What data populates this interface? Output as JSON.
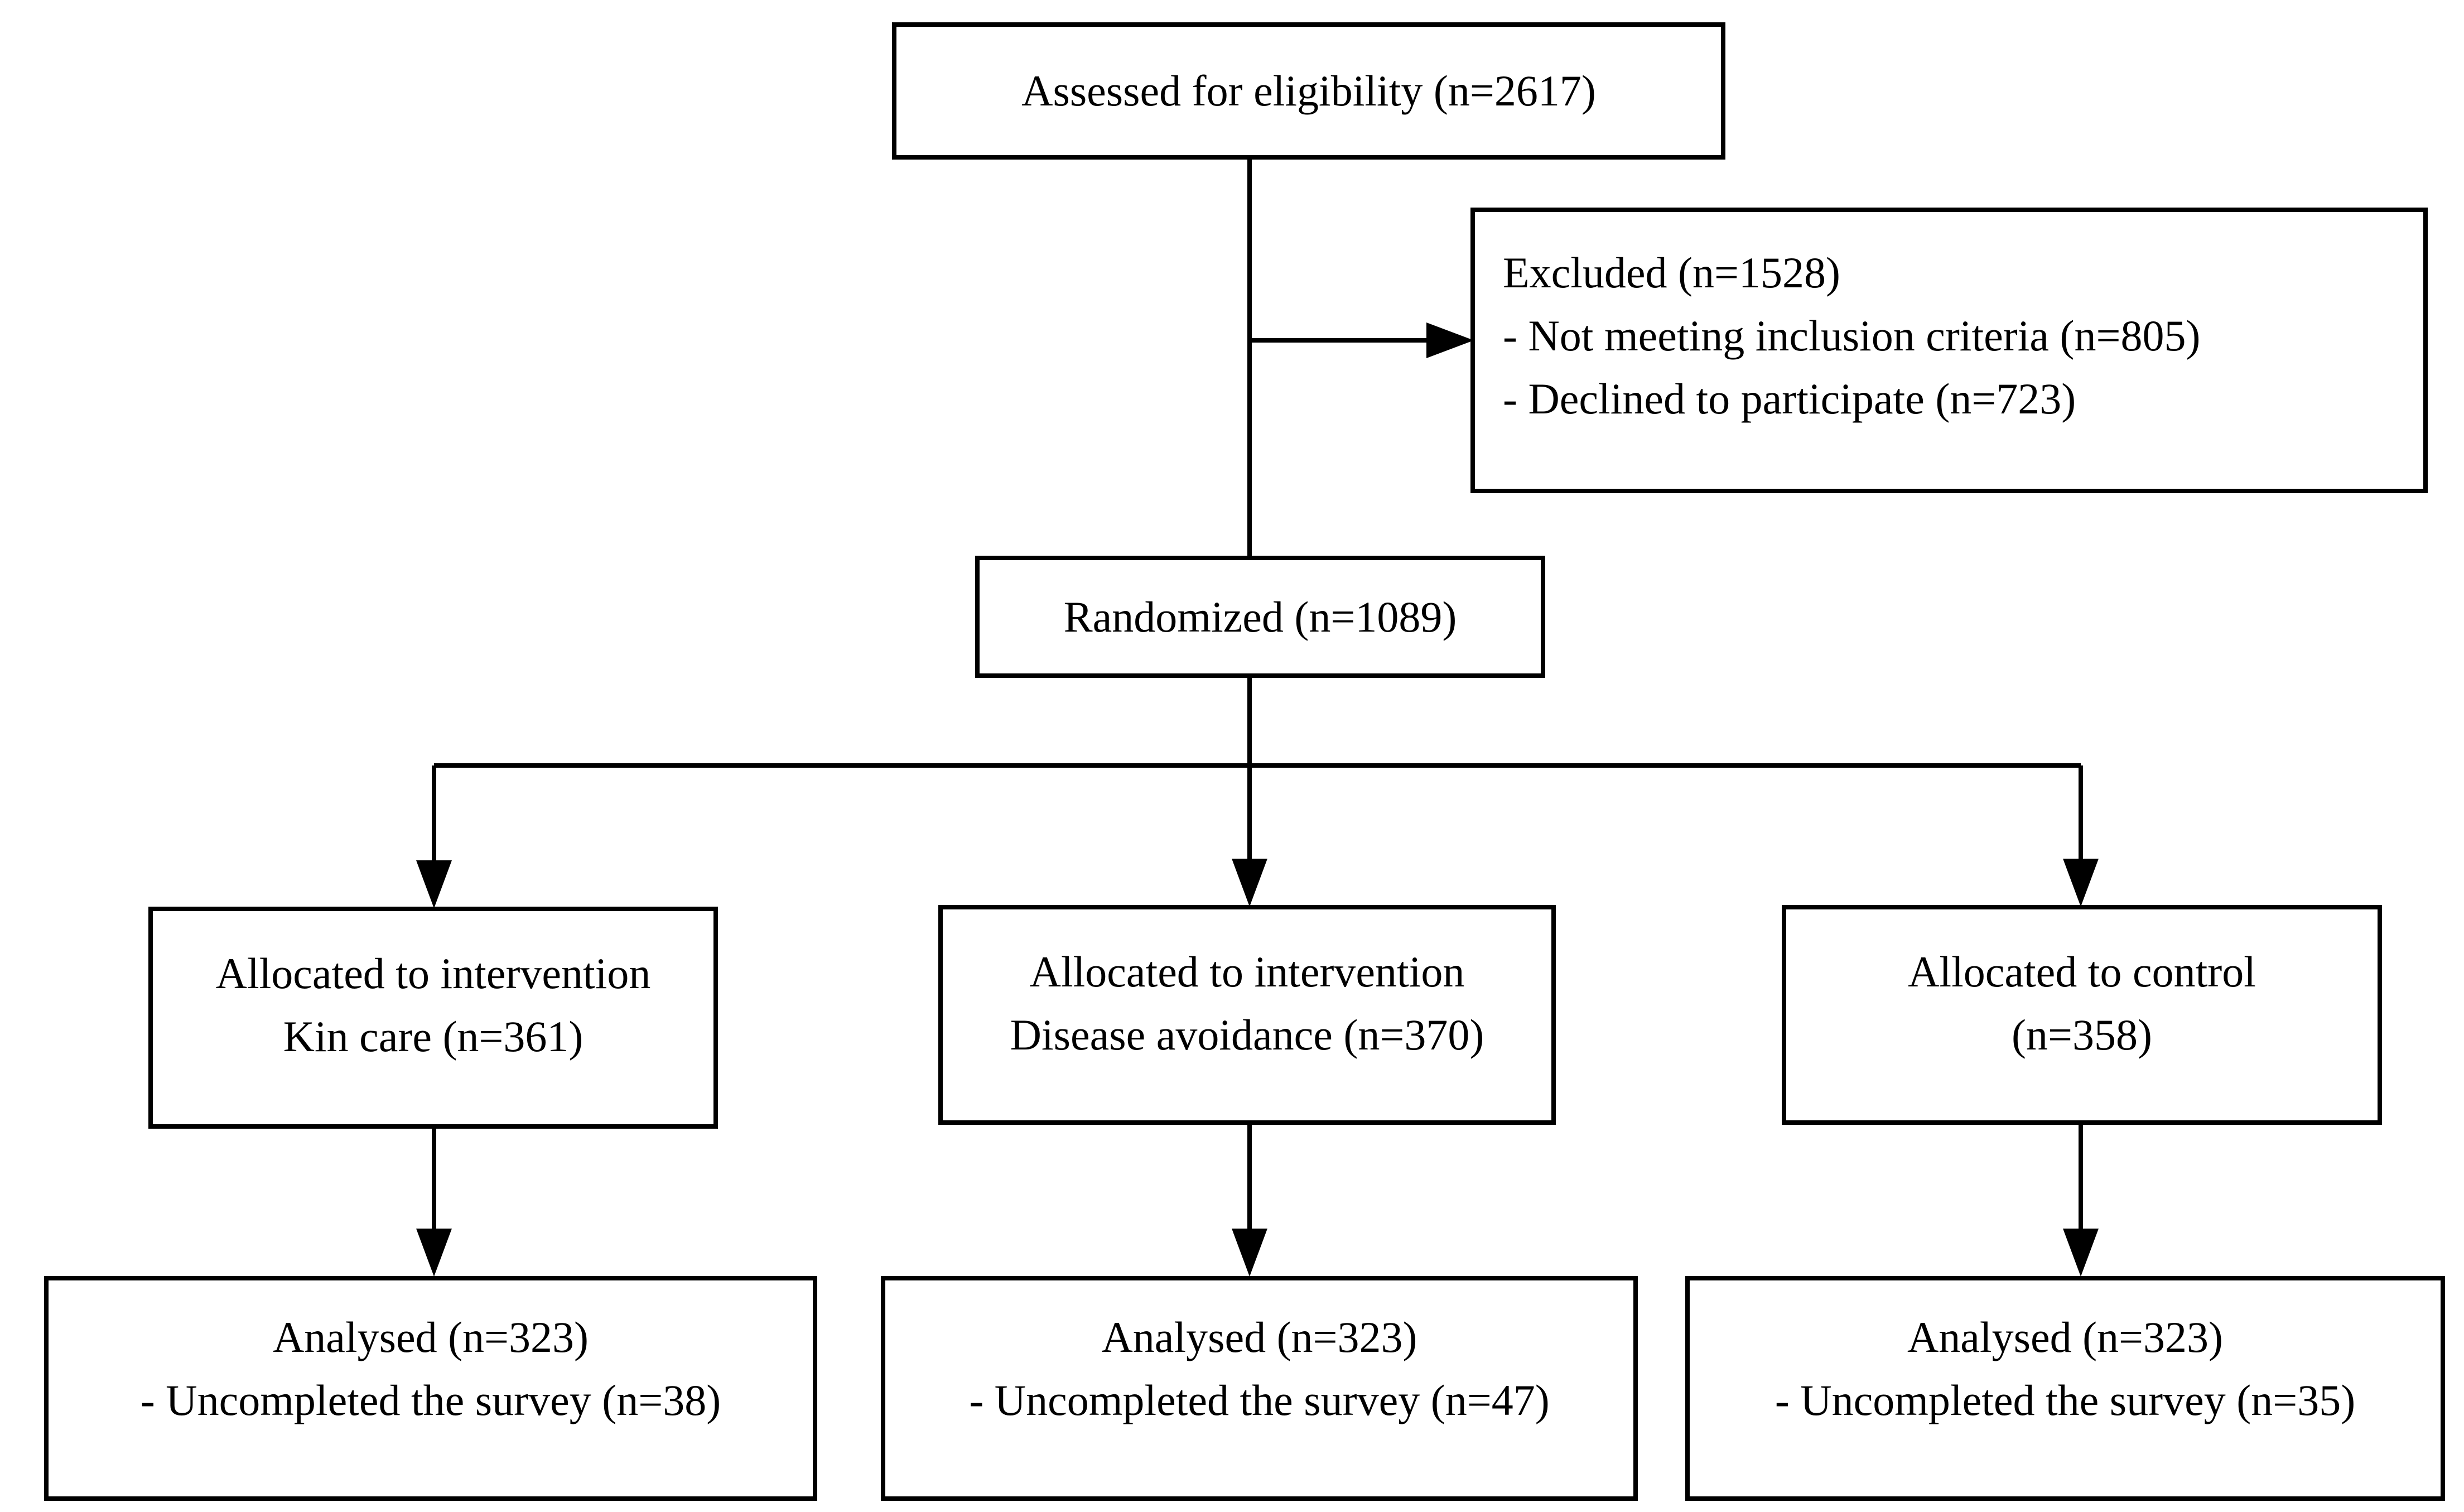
{
  "styles": {
    "background": "#ffffff",
    "line_color": "#000000",
    "border_color": "#000000",
    "text_color": "#000000"
  },
  "boxes": {
    "assessed": {
      "lines": [
        "Assessed for eligibility (n=2617)"
      ]
    },
    "excluded": {
      "lines": [
        "Excluded (n=1528)",
        "- Not meeting inclusion criteria (n=805)",
        "- Declined to participate (n=723)"
      ]
    },
    "randomized": {
      "lines": [
        "Randomized (n=1089)"
      ]
    },
    "allocated_kin_care": {
      "lines": [
        "Allocated to intervention",
        "Kin care (n=361)"
      ]
    },
    "allocated_disease_avoidance": {
      "lines": [
        "Allocated to intervention",
        "Disease avoidance (n=370)"
      ]
    },
    "allocated_control": {
      "lines": [
        "Allocated to control",
        "(n=358)"
      ]
    },
    "analysed_kin_care": {
      "lines": [
        "Analysed (n=323)",
        "- Uncompleted the survey (n=38)"
      ]
    },
    "analysed_disease_avoidance": {
      "lines": [
        "Analysed (n=323)",
        "- Uncompleted the survey (n=47)"
      ]
    },
    "analysed_control": {
      "lines": [
        "Analysed (n=323)",
        "- Uncompleted the survey (n=35)"
      ]
    }
  }
}
